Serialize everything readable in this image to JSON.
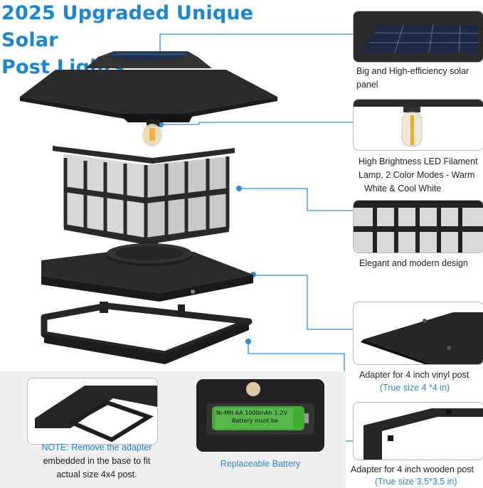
{
  "title": {
    "line1": "2025 Upgraded Unique Solar",
    "line2": "Post Lights"
  },
  "features": [
    {
      "caption": "Big and High-efficiency solar panel"
    },
    {
      "caption_lines": [
        "High Brightness LED Filament",
        "Lamp, 2 Color Modes - Warm",
        "White & Cool White"
      ]
    },
    {
      "caption": "Elegant and modern design"
    },
    {
      "caption": "Adapter for 4 inch vinyl post",
      "subcaption": "(True size 4 *4 in)"
    },
    {
      "caption": "Adapter for 4 inch wooden post",
      "subcaption": "(True size 3.5*3.5 in)"
    }
  ],
  "note": {
    "label": "NOTE:",
    "line1_rest": "Remove the adapter",
    "line2": "embedded in the base to fit",
    "line3": "actual size 4x4 post."
  },
  "battery": {
    "caption": "Replaceable Battery",
    "label_line1": "Ni-MH AA 1000mAh 1.2V",
    "label_line2": "Battery must be"
  },
  "colors": {
    "accent": "#1a86d6",
    "leader": "#2a8fe0",
    "product": "#2a2a2a"
  }
}
